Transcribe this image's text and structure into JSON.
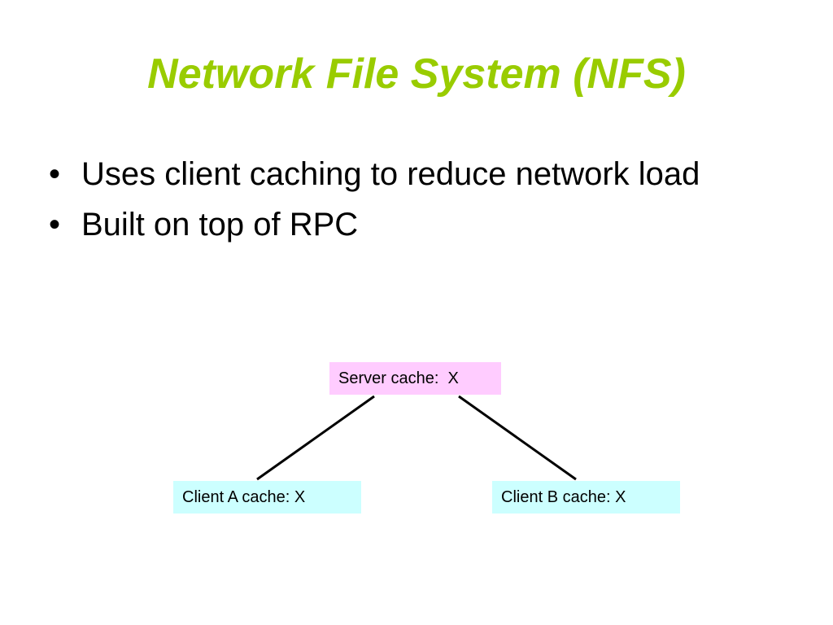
{
  "title": "Network File System (NFS)",
  "bullets": [
    "Uses client caching to reduce network load",
    "Built on top of RPC"
  ],
  "bullet_symbol": "•",
  "diagram": {
    "server": {
      "label": "Server cache:  X"
    },
    "client_a": {
      "label": "Client A cache: X"
    },
    "client_b": {
      "label": "Client B cache: X"
    }
  },
  "colors": {
    "title": "#99cc00",
    "server_box": "#ffccff",
    "client_box": "#ccffff",
    "connector": "#000000"
  }
}
